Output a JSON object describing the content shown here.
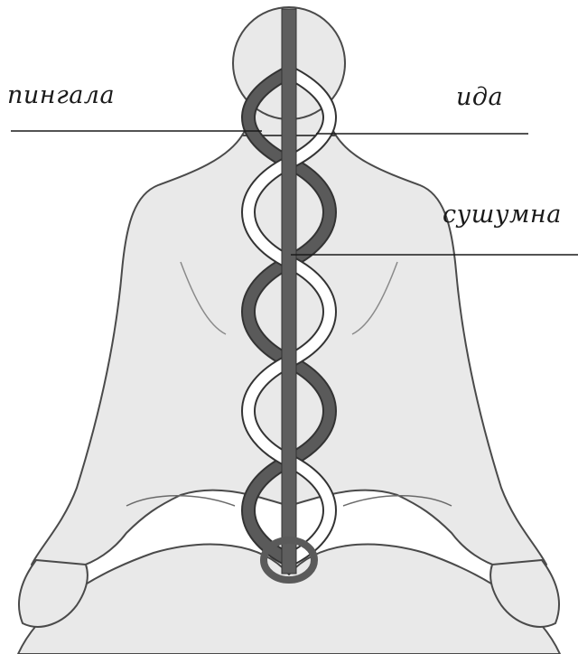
{
  "labels": {
    "pingala": "пингала",
    "ida": "ида",
    "sushumna": "сушумна"
  },
  "colors": {
    "body_fill": "#e9e9e9",
    "body_stroke": "#4a4a4a",
    "sushumna_channel": "#5e5e5e",
    "pingala_channel": "#5a5a5a",
    "ida_channel": "#ffffff",
    "leader_line": "#1a1a1a"
  }
}
